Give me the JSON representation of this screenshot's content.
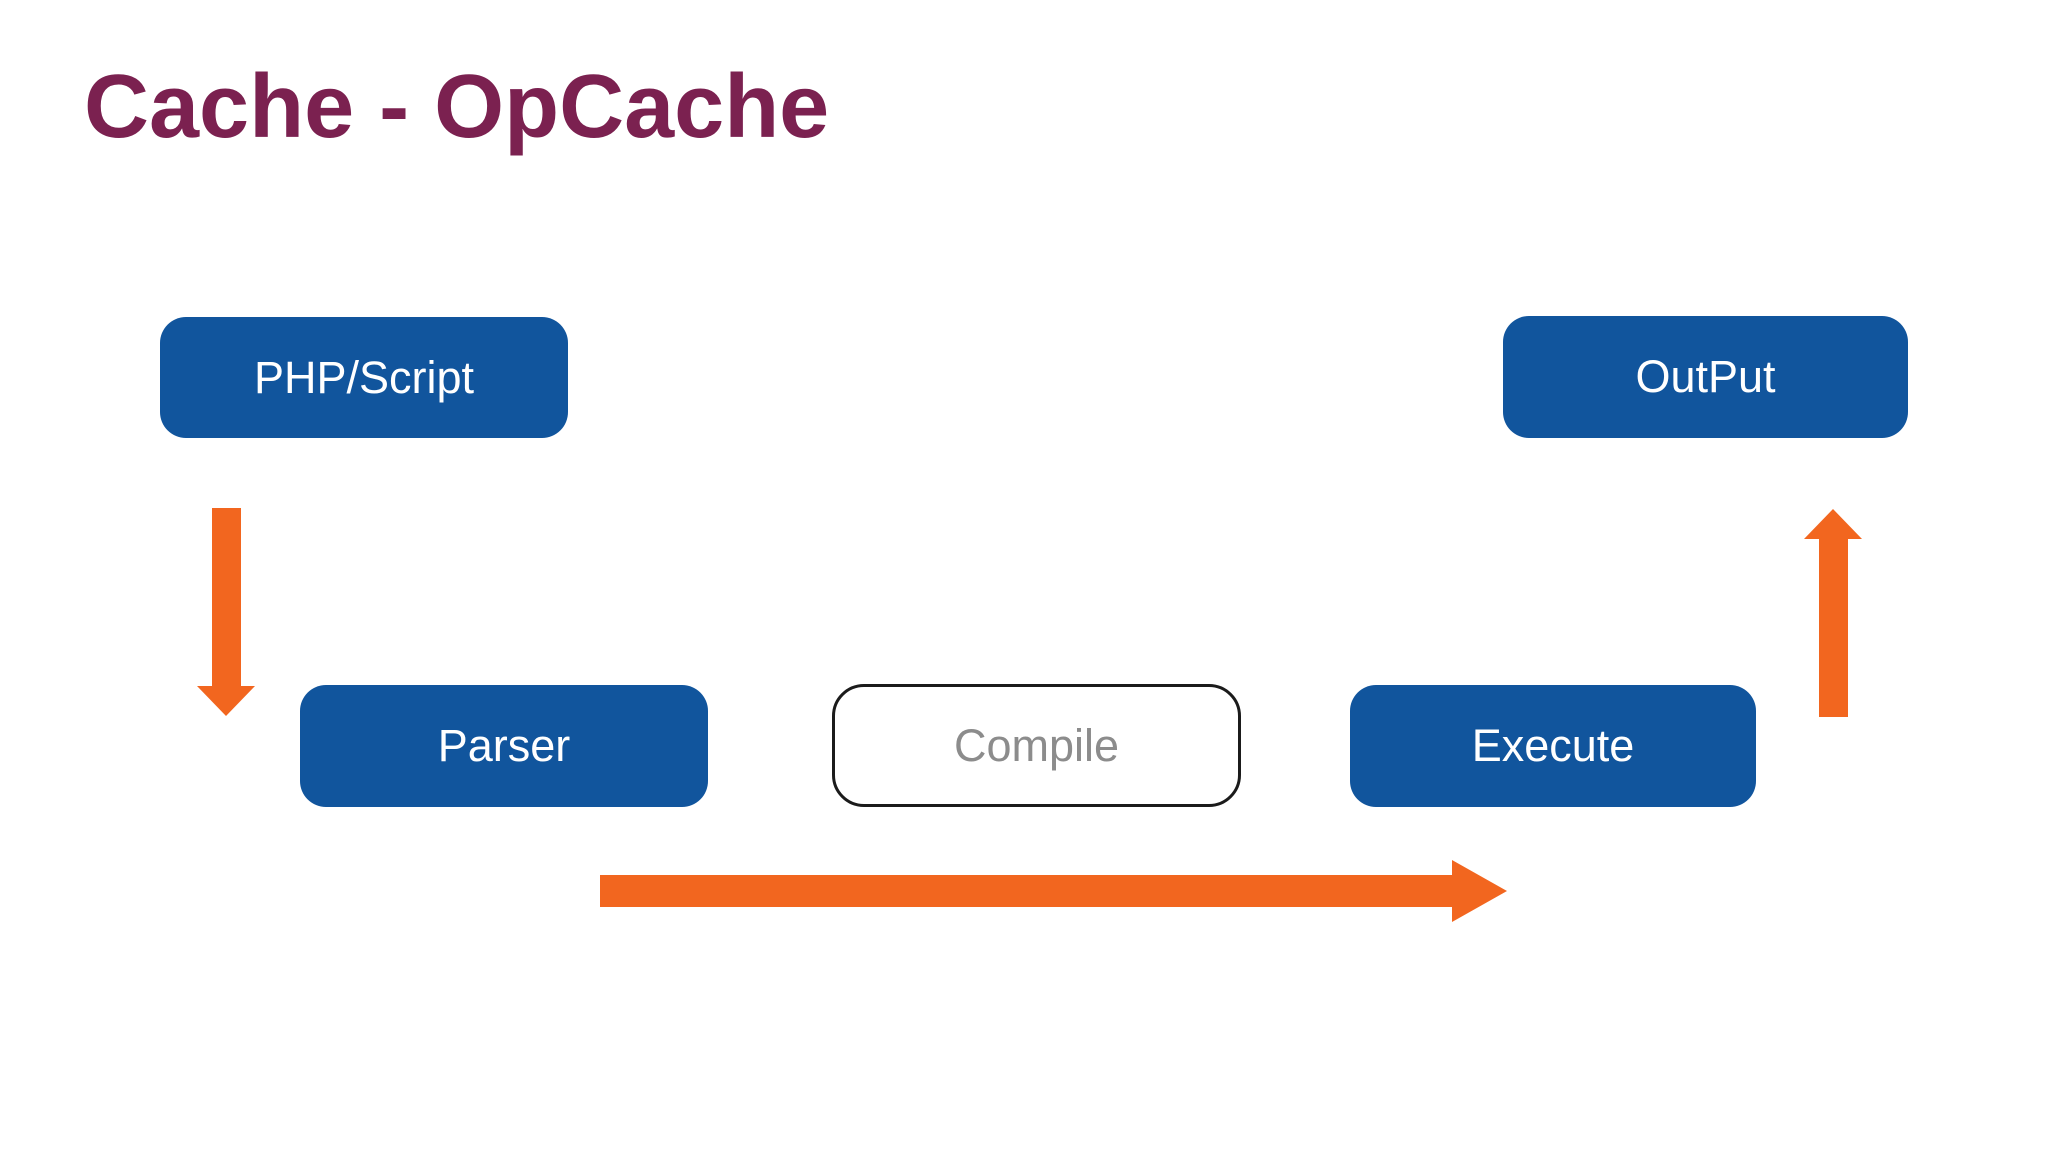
{
  "slide": {
    "title": "Cache - OpCache"
  },
  "colors": {
    "background": "#FFFFFF",
    "titleColor": "#7B2150",
    "nodeBlue": "#11559D",
    "nodeText": "#FFFFFF",
    "arrowOrange": "#F2661F",
    "compileBg": "#FFFFFF",
    "compileText": "#8C8C8C",
    "compileBorder": "#1B1B1B"
  },
  "nodes": {
    "php_script": {
      "label": "PHP/Script"
    },
    "output": {
      "label": "OutPut"
    },
    "parser": {
      "label": "Parser"
    },
    "compile": {
      "label": "Compile"
    },
    "execute": {
      "label": "Execute"
    }
  },
  "diagram_flow": [
    {
      "icon": "arrow-down-icon",
      "from": "PHP/Script",
      "to": "Parser"
    },
    {
      "icon": "arrow-right-icon",
      "from": "Parser",
      "to": "Execute"
    },
    {
      "icon": "arrow-up-icon",
      "from": "Execute",
      "to": "OutPut"
    }
  ]
}
